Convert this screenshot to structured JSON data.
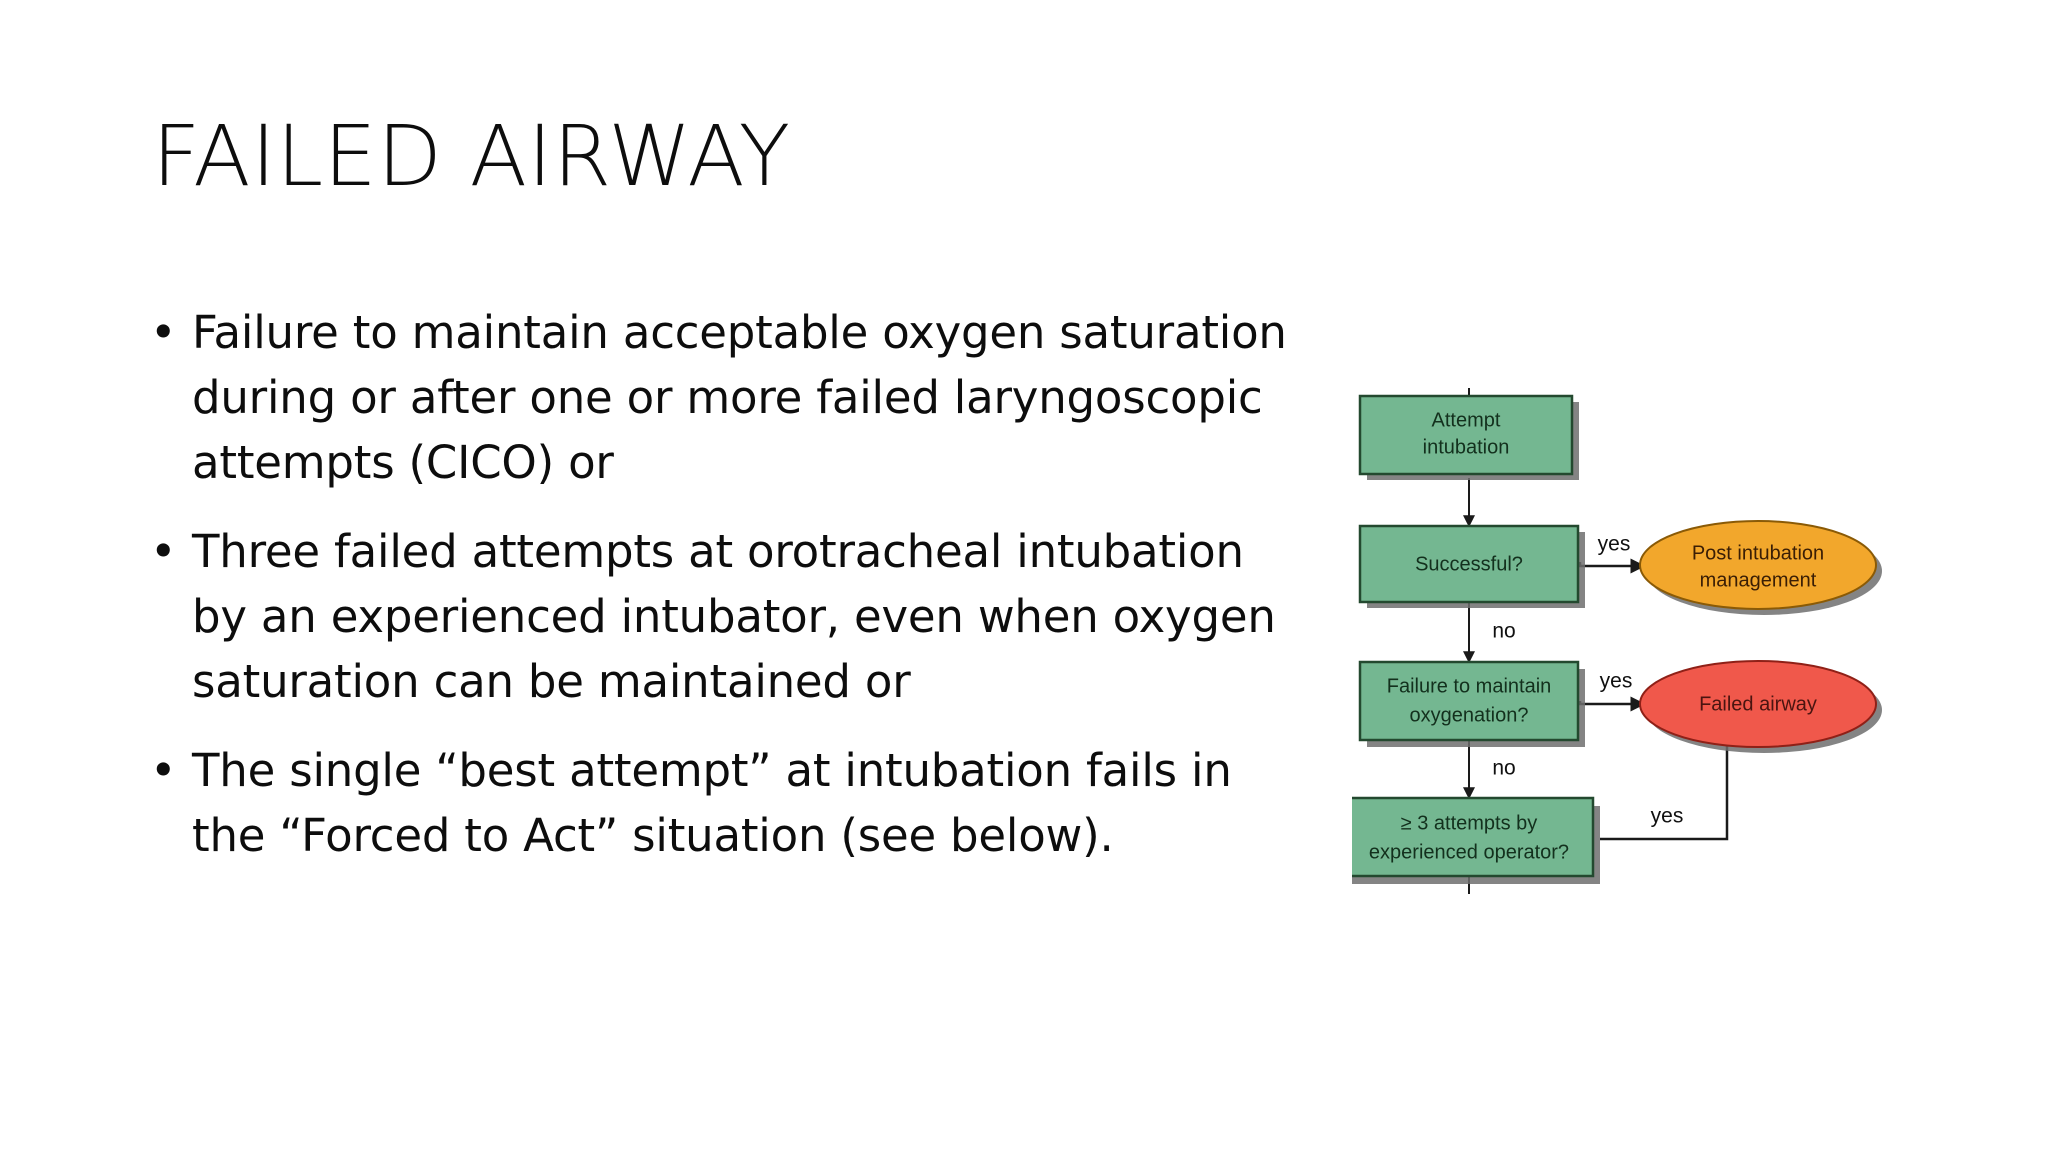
{
  "slide": {
    "background_color": "#ffffff",
    "title": "FAILED AIRWAY",
    "bullet_marker": "•",
    "bullets": [
      "Failure to maintain acceptable oxygen saturation during or after one or more failed laryngoscopic attempts (CICO) or",
      "Three failed attempts at orotracheal intubation by an experienced intubator, even when oxygen saturation can be maintained or",
      "The single “best attempt” at intubation fails in the “Forced to Act” situation (see below)."
    ]
  },
  "figure": {
    "name": "failed-airway-algorithm",
    "colors": {
      "process_fill": "#74b791",
      "process_stroke": "#23492f",
      "terminal_success_fill": "#f2a72c",
      "terminal_success_stroke": "#8a5a06",
      "terminal_fail_fill": "#f0584b",
      "terminal_fail_stroke": "#8f2017",
      "shadow": "#6f6f6f",
      "connector": "#1a1a1a"
    },
    "nodes": [
      {
        "id": "attempt",
        "shape": "process",
        "lines": [
          "Attempt",
          "intubation"
        ]
      },
      {
        "id": "successful",
        "shape": "process",
        "lines": [
          "Successful?"
        ]
      },
      {
        "id": "post",
        "shape": "ellipse",
        "lines": [
          "Post intubation",
          "management"
        ]
      },
      {
        "id": "oxygenation",
        "shape": "process",
        "lines": [
          "Failure to maintain",
          "oxygenation?"
        ]
      },
      {
        "id": "failed",
        "shape": "ellipse",
        "lines": [
          "Failed airway"
        ]
      },
      {
        "id": "attempts3",
        "shape": "process",
        "lines": [
          "≥ 3 attempts by",
          "experienced operator?"
        ]
      }
    ],
    "edges": [
      {
        "from": "attempt",
        "to": "successful",
        "label": ""
      },
      {
        "from": "successful",
        "to": "post",
        "label": "yes"
      },
      {
        "from": "successful",
        "to": "oxygenation",
        "label": "no"
      },
      {
        "from": "oxygenation",
        "to": "failed",
        "label": "yes"
      },
      {
        "from": "oxygenation",
        "to": "attempts3",
        "label": "no"
      },
      {
        "from": "attempts3",
        "to": "failed",
        "label": "yes"
      }
    ]
  }
}
